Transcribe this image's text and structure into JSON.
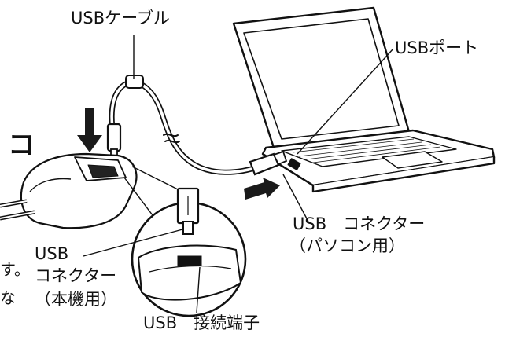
{
  "labels": {
    "usb_cable": "USBケーブル",
    "usb_port": "USBポート",
    "pc_connector_line1": "USB　コネクター",
    "pc_connector_line2": "（パソコン用）",
    "device_connector_line1": "USB",
    "device_connector_line2": "コネクター",
    "device_connector_line3": "（本機用）",
    "usb_terminal": "USB　接続端子"
  },
  "fragments": {
    "left_big_char": "コ",
    "left_su": "す。",
    "left_na": "な"
  },
  "colors": {
    "ink": "#111111",
    "screen": "#ffffff",
    "arrow": "#1a1a1a"
  },
  "icons": [
    "laptop-icon",
    "usb-cable-icon",
    "device-icon",
    "insert-arrow-icon",
    "magnifier-circle-icon"
  ]
}
